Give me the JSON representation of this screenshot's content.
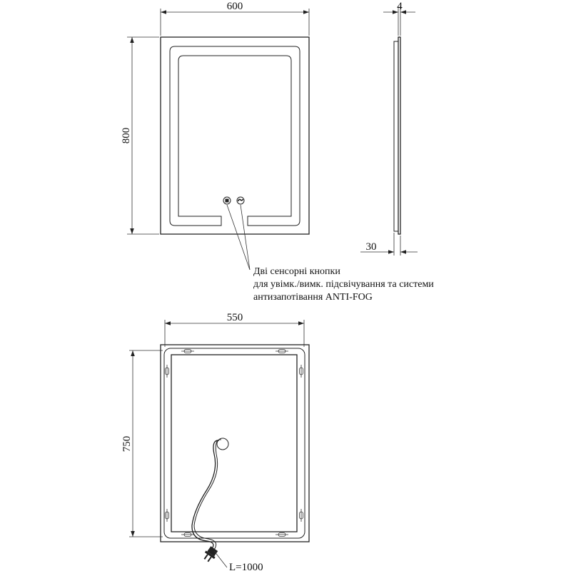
{
  "front_view": {
    "width_label": "600",
    "height_label": "800"
  },
  "side_view": {
    "thickness_label": "4",
    "depth_label": "30"
  },
  "callout": {
    "line1": "Дві сенсорні кнопки",
    "line2": "для увімк./вимк. підсвічування та системи",
    "line3": "антизапотівання ANTI-FOG"
  },
  "back_view": {
    "width_label": "550",
    "height_label": "750",
    "cable_label": "L=1000"
  }
}
